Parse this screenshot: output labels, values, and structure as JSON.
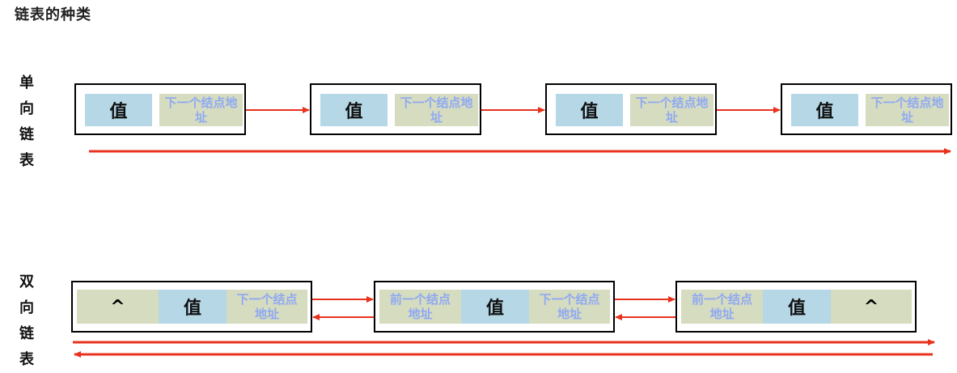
{
  "title": "链表的种类",
  "singly": {
    "label": [
      "单",
      "向",
      "链",
      "表"
    ],
    "nodes": [
      {
        "value": "值",
        "next": "下一个结点地址"
      },
      {
        "value": "值",
        "next": "下一个结点地址"
      },
      {
        "value": "值",
        "next": "下一个结点地址"
      },
      {
        "value": "值",
        "next": "下一个结点地址"
      }
    ]
  },
  "doubly": {
    "label": [
      "双",
      "向",
      "链",
      "表"
    ],
    "nodes": [
      {
        "prev": "^",
        "value": "值",
        "next": "下一个结点地址"
      },
      {
        "prev": "前一个结点地址",
        "value": "值",
        "next": "下一个结点地址"
      },
      {
        "prev": "前一个结点地址",
        "value": "值",
        "next": "^"
      }
    ]
  },
  "colors": {
    "arrow": "#e8321e",
    "value_cell": "#b5d7e6",
    "address_cell": "#d6dcc0",
    "address_text": "#8fa9f2"
  }
}
